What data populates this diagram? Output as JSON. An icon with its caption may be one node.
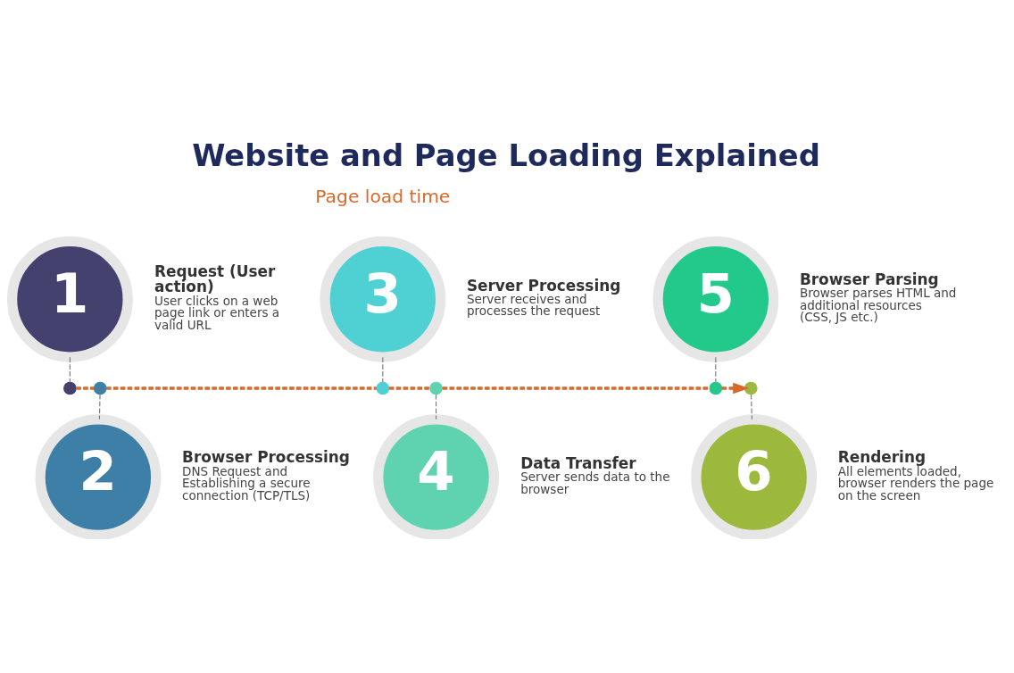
{
  "diagram": {
    "title": "Website and Page Loading Explained",
    "nodes": [
      {
        "text": [
          "1"
        ],
        "beside": [
          "Request (User action)",
          "User clicks on a web page link or enters a valid URL"
        ]
      },
      {
        "text": [
          "2"
        ],
        "beside": [
          "Browser Processing",
          "DNS Request and Establishing a secure connection (TCP/TLS)"
        ]
      },
      {
        "text": [
          "3"
        ],
        "beside": [
          "Server Processing",
          "Server receives and processes the request"
        ]
      },
      {
        "text": [
          "4"
        ],
        "beside": [
          "Data Transfer",
          "Server sends data to the browser"
        ]
      },
      {
        "text": [
          "5"
        ],
        "beside": [
          "Browser Parsing",
          "Browser parses HTML and additional resources (CSS, JS etc.)"
        ]
      },
      {
        "text": [
          "6"
        ],
        "beside": [
          "Rendering",
          "All elements loaded, browser renders the page on the screen"
        ]
      },
      {
        "text": [],
        "shape": "circle"
      },
      {
        "text": [],
        "shape": "circle"
      },
      {
        "text": [],
        "shape": "circle"
      },
      {
        "text": [],
        "shape": "circle"
      },
      {
        "text": [],
        "shape": "circle"
      },
      {
        "text": [],
        "shape": "circle"
      }
    ],
    "edges": [
      {
        "from": 0,
        "to": 6,
        "arrow": "none",
        "style": "dashed"
      },
      {
        "from": 7,
        "to": 1,
        "arrow": "none",
        "style": "dashed"
      },
      {
        "from": 2,
        "to": 8,
        "arrow": "none",
        "style": "dashed"
      },
      {
        "from": 9,
        "to": 3,
        "arrow": "none",
        "style": "dashed"
      },
      {
        "from": 4,
        "to": 10,
        "arrow": "none",
        "style": "dashed"
      },
      {
        "from": 11,
        "to": 5,
        "arrow": "none",
        "style": "dashed"
      },
      {
        "from": 6,
        "to": 7,
        "arrow": "none",
        "style": "dashed",
        "color": "#d8692a"
      },
      {
        "from": 7,
        "to": 8,
        "arrow": "none",
        "style": "dashed",
        "color": "#d8692a"
      },
      {
        "from": 8,
        "to": 9,
        "arrow": "none",
        "style": "dashed",
        "color": "#d8692a"
      },
      {
        "from": 9,
        "to": 10,
        "arrow": "none",
        "style": "dashed",
        "color": "#d8692a"
      },
      {
        "from": 10,
        "to": 11,
        "arrow": "to",
        "style": "dashed",
        "color": "#d8692a"
      }
    ],
    "labels": [
      "Page load time"
    ]
  }
}
